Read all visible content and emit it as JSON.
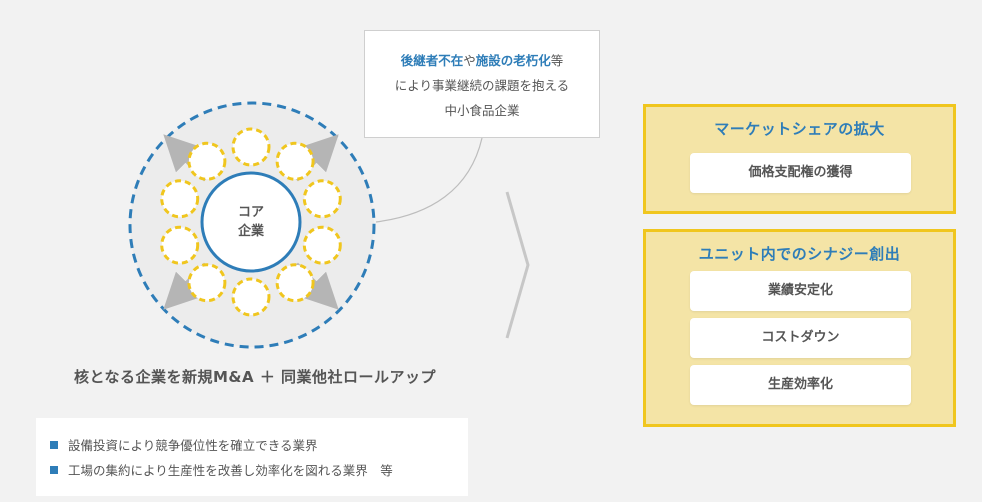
{
  "core": {
    "line1": "コア",
    "line2": "企業"
  },
  "callout": {
    "part1": "後継者不在",
    "part2": "や",
    "part3": "施設の老朽化",
    "part4": "等",
    "line2": "により事業継続の課題を抱える",
    "line3": "中小食品企業"
  },
  "caption": "核となる企業を新規M&A ＋ 同業他社ロールアップ",
  "notes": [
    "設備投資により競争優位性を確立できる業界",
    "工場の集約により生産性を改善し効率化を図れる業界　等"
  ],
  "panels": [
    {
      "title": "マーケットシェアの拡大",
      "items": [
        "価格支配権の獲得"
      ]
    },
    {
      "title": "ユニット内でのシナジー創出",
      "items": [
        "業績安定化",
        "コストダウン",
        "生産効率化"
      ]
    }
  ],
  "colors": {
    "accent": "#2e7db8",
    "yellow": "#f0c61e",
    "panel_fill": "#f4e4a6",
    "arrow_gray": "#b8b8b8",
    "background": "#f2f2f2"
  }
}
